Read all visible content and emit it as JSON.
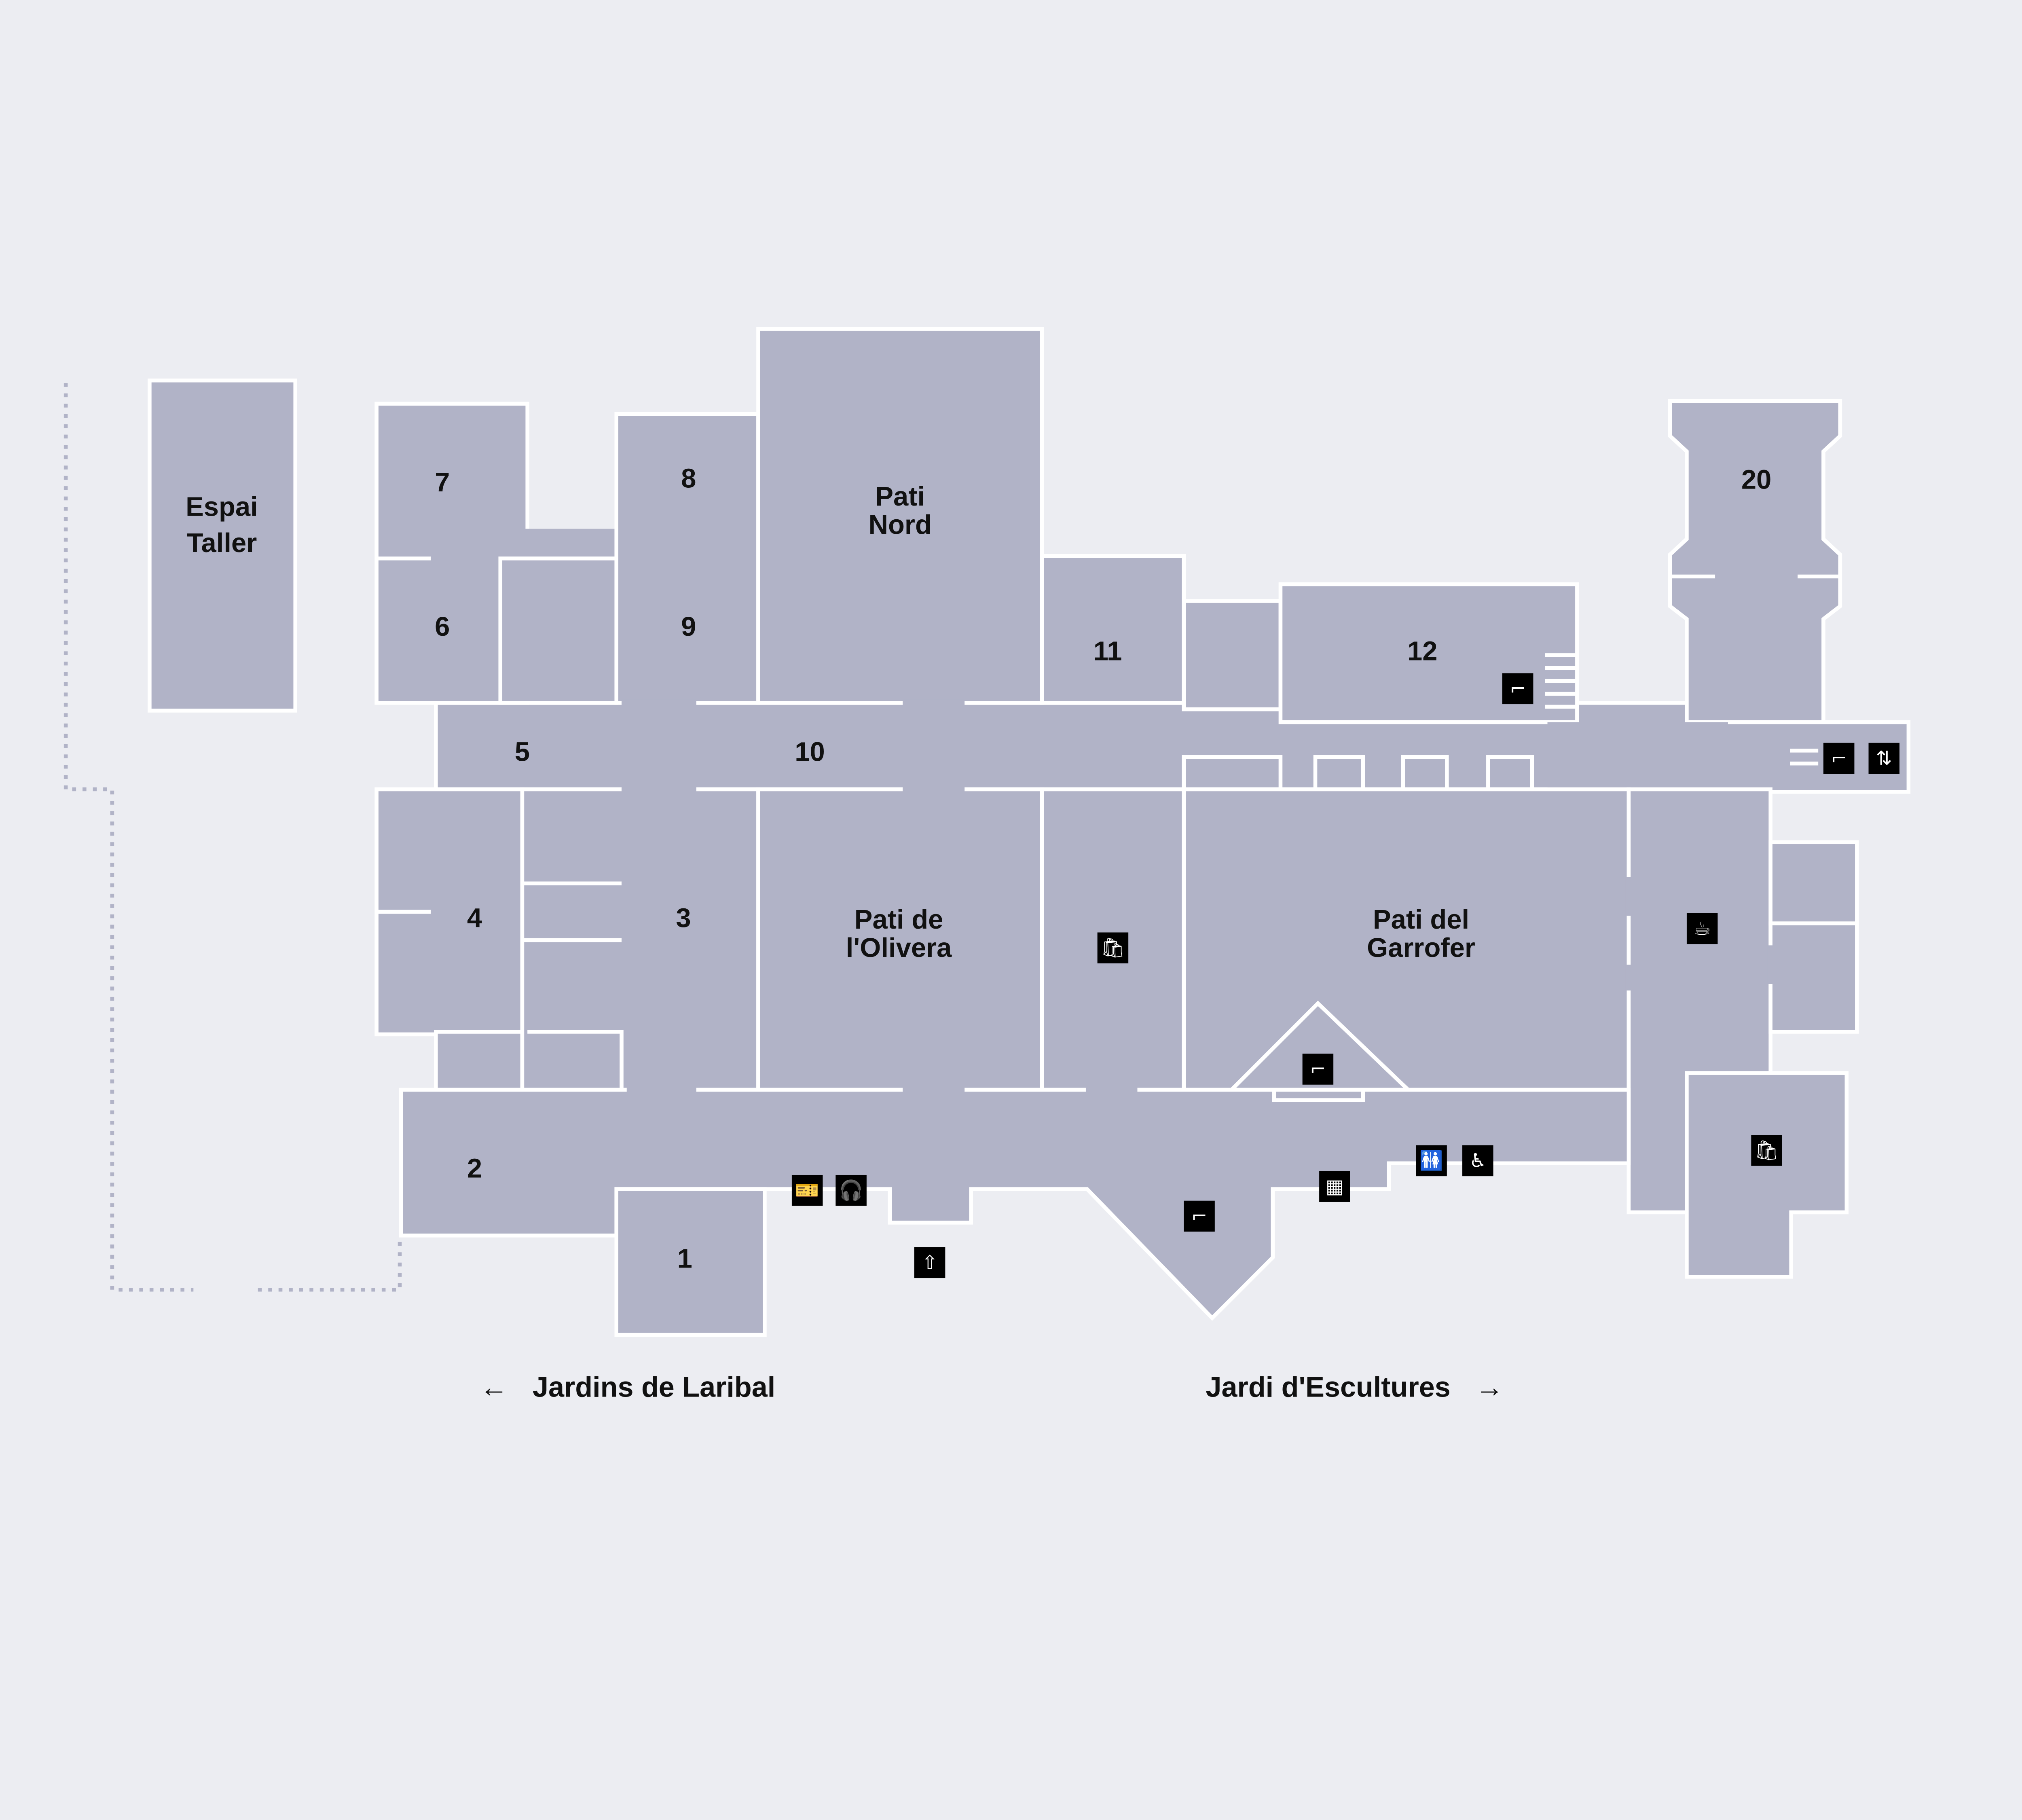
{
  "map": {
    "rooms": {
      "espai_taller": [
        "Espai",
        "Taller"
      ],
      "r1": "1",
      "r2": "2",
      "r3": "3",
      "r4": "4",
      "r5": "5",
      "r6": "6",
      "r7": "7",
      "r8": "8",
      "r9": "9",
      "r10": "10",
      "r11": "11",
      "r12": "12",
      "r20": "20",
      "pati_nord": [
        "Pati",
        "Nord"
      ],
      "pati_olivera": [
        "Pati de",
        "l'Olivera"
      ],
      "pati_garrofer": [
        "Pati del",
        "Garrofer"
      ]
    },
    "directions": {
      "left": "Jardins de Laribal",
      "right": "Jardi d'Escultures",
      "left_arrow": "←",
      "right_arrow": "→"
    },
    "icons": {
      "ticket": "🎫",
      "audio_guide": "🎧",
      "exit": "⇧",
      "stairs": "⌐",
      "lockers": "▦",
      "toilets": "🚻",
      "accessible": "♿",
      "shop": "🛍",
      "cafe": "☕",
      "lift": "⇅"
    },
    "colors": {
      "floor": "#b1b3c7",
      "background": "#ecedf2",
      "wall": "#ffffff",
      "icon": "#000000"
    }
  }
}
